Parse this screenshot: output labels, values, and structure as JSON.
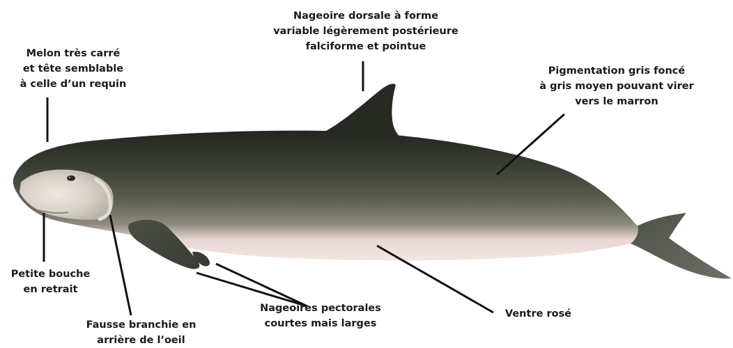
{
  "labels": {
    "dorsal_fin": [
      "Nageoire dorsale à forme",
      "variable légèrement postérieure",
      "falciforme et pointue"
    ],
    "melon": [
      "Melon très carré",
      "et tête semblable",
      "à celle d’un requin"
    ],
    "pigmentation": [
      "Pigmentation gris foncé",
      "à gris moyen pouvant virer",
      "vers le marron"
    ],
    "mouth": [
      "Petite bouche",
      "en retrait"
    ],
    "pectoral_fins": [
      "Nageoires pectorales",
      "courtes mais larges"
    ],
    "belly": [
      "Ventre rosé"
    ],
    "false_gill": [
      "Fausse branchie en",
      "arrière de l’oeil"
    ]
  },
  "colors": {
    "text": "#1a1a1a",
    "leader_line": "#111111",
    "back": "#2b3028",
    "flank": "#5c5f50",
    "belly": "#ecdcd8",
    "head_patch": "#ded6ce"
  },
  "illustration": "pygmy-sperm-whale-like body"
}
